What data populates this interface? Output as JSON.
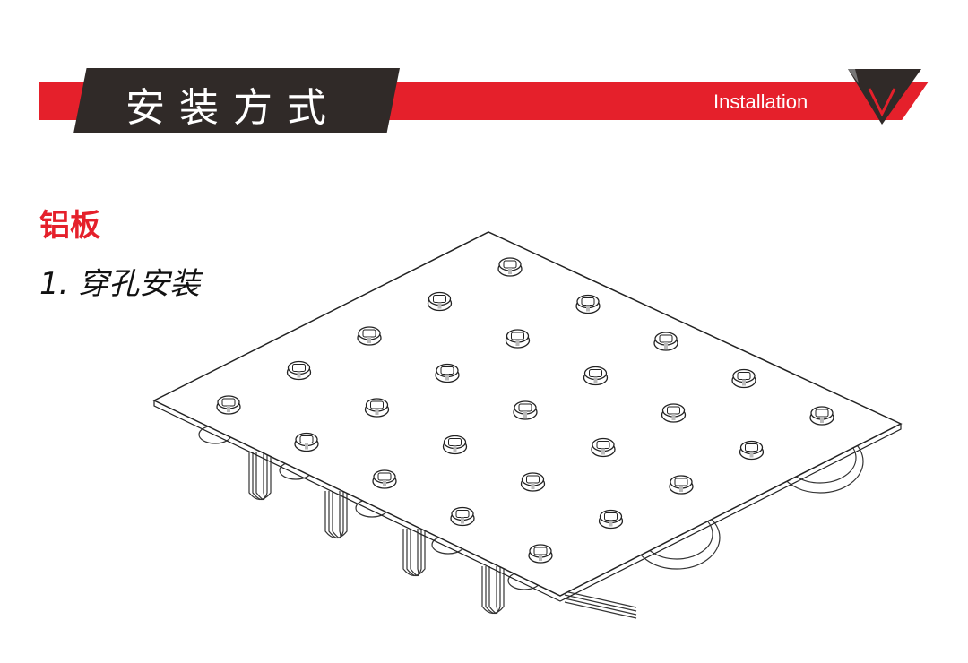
{
  "header": {
    "title_cn": "安装方式",
    "title_en": "Installation"
  },
  "section": {
    "subtitle": "铝板",
    "step": "1. 穿孔安装"
  },
  "colors": {
    "accent": "#e5202b",
    "dark": "#302a28"
  }
}
